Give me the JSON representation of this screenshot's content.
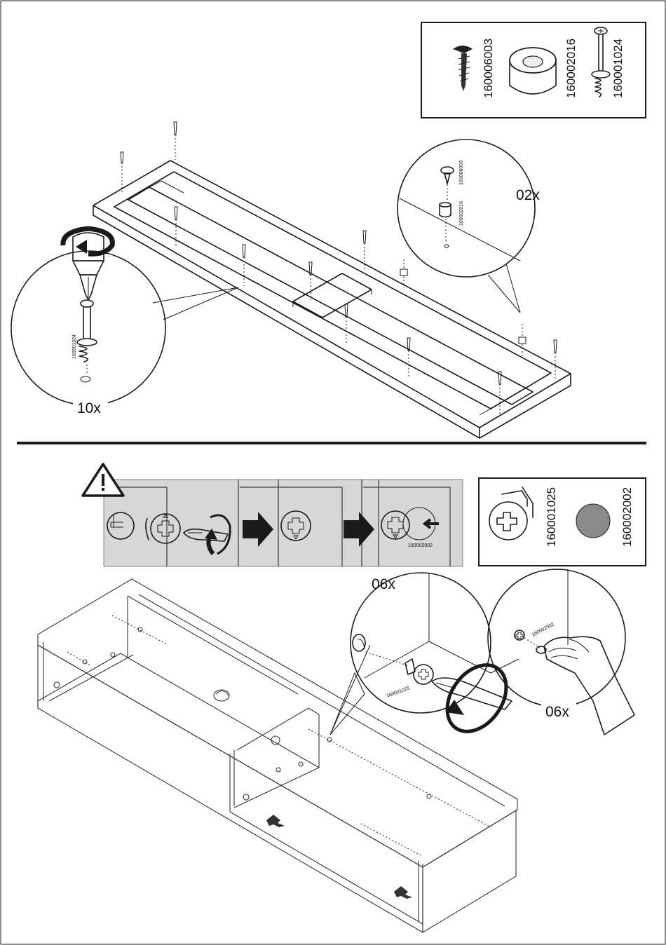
{
  "step1": {
    "parts": [
      {
        "code": "160006003",
        "icon": "wood-screw"
      },
      {
        "code": "160002016",
        "icon": "spacer-cap"
      },
      {
        "code": "160001024",
        "icon": "cam-bolt"
      }
    ],
    "callout_left": {
      "qty": "10x",
      "code": "160001024"
    },
    "callout_right": {
      "qty": "02x",
      "code_top": "160006003",
      "code_bottom": "160002016"
    }
  },
  "step2": {
    "warning_icon": "warning-triangle-icon",
    "strip_code": "160002002",
    "parts": [
      {
        "code": "160001025",
        "icon": "cam-lock"
      },
      {
        "code": "160002002",
        "icon": "cover-cap"
      }
    ],
    "callout_cam": {
      "qty": "06x",
      "code": "160001025"
    },
    "callout_cap": {
      "qty": "06x",
      "code": "160002002"
    }
  },
  "colors": {
    "line": "#1a1a1a",
    "strip_bg": "#d7d7d7",
    "cap_fill": "#8a8a8a",
    "background": "#ffffff"
  }
}
